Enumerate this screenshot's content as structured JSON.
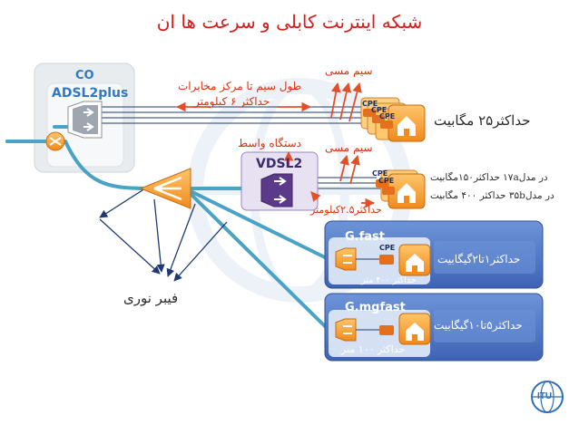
{
  "title": "شبکه اینترنت  کابلی و سرعت ها ان",
  "central_office": {
    "label": "CO",
    "node": "ADSL2plus"
  },
  "adsl": {
    "copper_label": "سیم مسی",
    "length_line1": "طول سیم تا مرکز مخابرات",
    "length_line2": "حداکثر ۶ کیلومتر",
    "cpe_labels": [
      "CPE",
      "CPE",
      "CPE"
    ],
    "speed": "حداکثر۲۵ مگابیت"
  },
  "vdsl": {
    "node": "VDSL2",
    "intermediate_label": "دستگاه واسط",
    "copper_label": "سیم مسی",
    "cpe_labels": [
      "CPE",
      "CPE"
    ],
    "speed_line1": "در مدل۱۷a حداکثر۱۵۰مگابیت",
    "speed_line2": "در مدل۳۵b حداکثر ۴۰۰ مگابیت",
    "distance": "حداکثر۲.۵کیلومتر"
  },
  "gfast": {
    "name": "G.fast",
    "cpe_label": "CPE",
    "speed": "حداکثر۱تا۲گیگابیت",
    "distance": "حداکثر ۴۰۰ متر"
  },
  "gmgfast": {
    "name": "G.mgfast",
    "speed": "حداکثر۵تا۱۰گیگابیت",
    "distance": "حداکثر ۱۰۰ متر"
  },
  "fiber_label": "فیبر نوری",
  "logo_text": "ITU",
  "colors": {
    "title": "#d81b1b",
    "annotation": "#d9310e",
    "orange": "#f39a2a",
    "fiber": "#4aa3c4",
    "copper": "#1f3a73",
    "panel": "#4a73c4",
    "vdsl_purple": "#5b3a8c"
  }
}
